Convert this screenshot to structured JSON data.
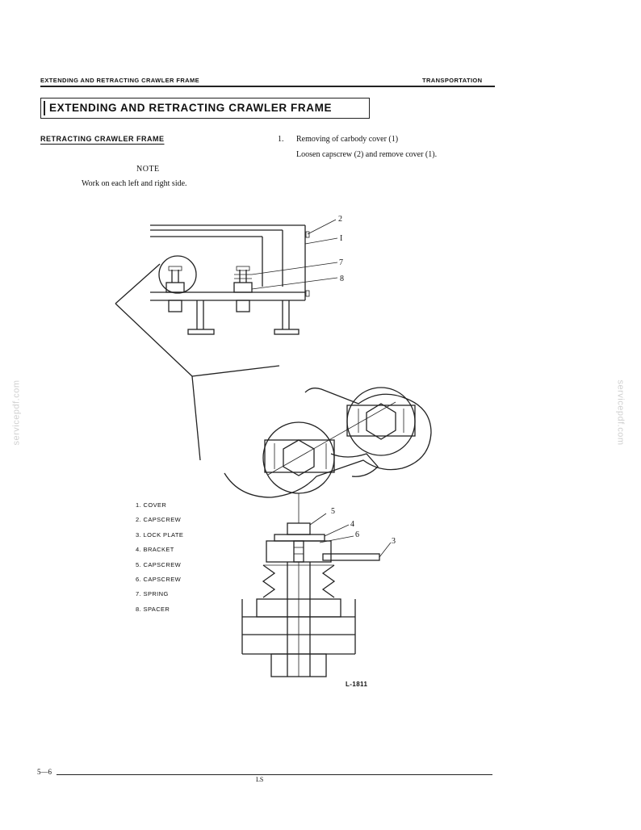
{
  "header": {
    "left": "EXTENDING AND RETRACTING CRAWLER FRAME",
    "right": "TRANSPORTATION"
  },
  "title": "EXTENDING AND RETRACTING CRAWLER FRAME",
  "subtitle": "RETRACTING CRAWLER FRAME",
  "note": {
    "heading": "NOTE",
    "text": "Work on each left and right side."
  },
  "step": {
    "number": "1.",
    "line1": "Removing of carbody cover (1)",
    "line2": "Loosen capscrew (2) and remove cover (1)."
  },
  "callouts": {
    "c2": "2",
    "c1": "I",
    "c7": "7",
    "c8": "8",
    "c5": "5",
    "c4": "4",
    "c6": "6",
    "c3": "3"
  },
  "legend": [
    "1. COVER",
    "2. CAPSCREW",
    "3. LOCK PLATE",
    "4. BRACKET",
    "5. CAPSCREW",
    "6. CAPSCREW",
    "7. SPRING",
    "8. SPACER"
  ],
  "figure_id": "L-1811",
  "footer": {
    "page": "5—6",
    "code": "LS"
  },
  "watermark": "servicepdf.com"
}
